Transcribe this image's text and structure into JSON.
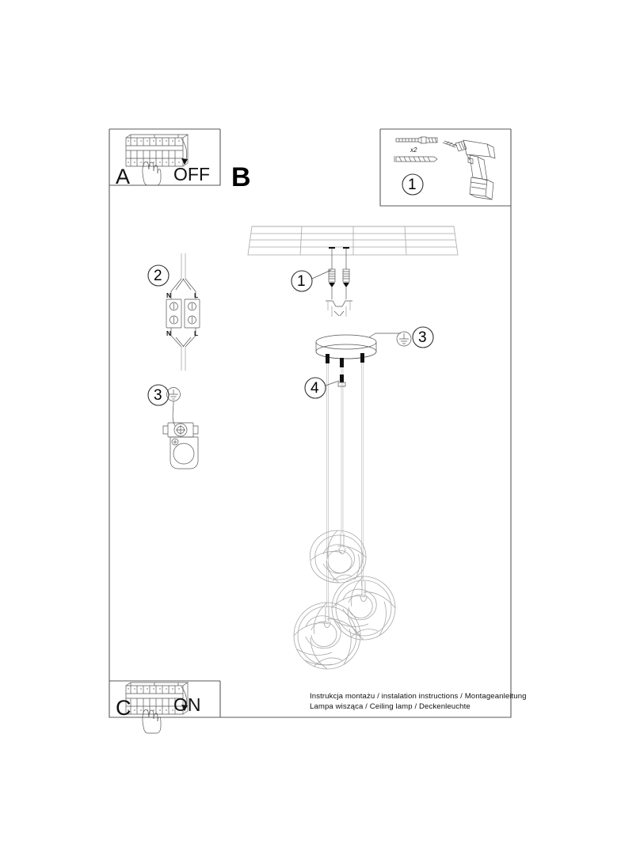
{
  "document": {
    "title_line_1": "Instrukcja montażu / instalation instructions / Montageanleitung",
    "title_line_2": "Lampa wisząca / Ceiling lamp / Deckenleuchte",
    "page_background": "#ffffff",
    "line_color": "#333333",
    "light_line_color": "#9a9a9a"
  },
  "panels": {
    "a": {
      "letter": "A",
      "action_label": "OFF",
      "icon": "fuse-box-icon",
      "hand_icon": "hand-pointing-icon",
      "arrow_icon": "curved-arrow-down-icon"
    },
    "b": {
      "letter": "B"
    },
    "c": {
      "letter": "C",
      "action_label": "ON",
      "icon": "fuse-box-icon",
      "hand_icon": "hand-pointing-icon",
      "arrow_icon": "curved-arrow-down-icon"
    },
    "parts": {
      "step_number": "1",
      "quantity_label": "x2",
      "wall_plug_icon": "wall-plug-icon",
      "screw_icon": "screw-icon",
      "drill_icon": "power-drill-icon"
    }
  },
  "details": {
    "terminal_block": {
      "step_number": "2",
      "top_left_label": "N",
      "top_right_label": "L",
      "bottom_left_label": "N",
      "bottom_right_label": "L",
      "icon": "terminal-block-icon"
    },
    "earth_connection": {
      "step_number": "3",
      "symbol": "earth-ground-icon",
      "icon": "earth-screw-bracket-icon"
    }
  },
  "main_diagram": {
    "callouts": [
      {
        "id": "callout-1",
        "number": "1",
        "target": "ceiling-screws-and-plugs"
      },
      {
        "id": "callout-3",
        "number": "3",
        "target": "earth-terminal",
        "symbol": "earth-ground-icon"
      },
      {
        "id": "callout-4",
        "number": "4",
        "target": "cable-grip-set-screw"
      }
    ],
    "components": {
      "ceiling_label": "ceiling-beam",
      "canopy_label": "ceiling-canopy-plate",
      "cords_count": "3",
      "shades_count": "3",
      "shade_icon": "swirl-globe-shade-icon",
      "bulb_icon": "bulb-icon"
    }
  }
}
